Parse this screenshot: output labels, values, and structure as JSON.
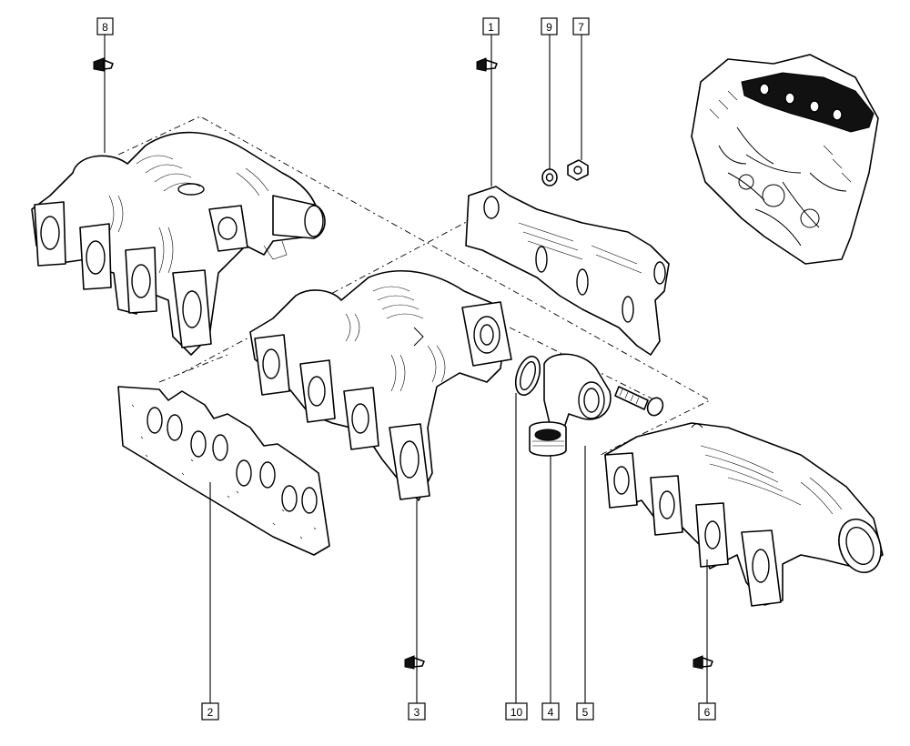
{
  "callouts": {
    "c1": "1",
    "c2": "2",
    "c3": "3",
    "c4": "4",
    "c5": "5",
    "c6": "6",
    "c7": "7",
    "c8": "8",
    "c9": "9",
    "c10": "10"
  },
  "parts": [
    "intake-manifold-assembly",
    "manifold-gasket",
    "intake-manifold-center",
    "air-inlet-elbow",
    "intake-manifold-right",
    "upper-manifold",
    "o-ring-seal",
    "mounting-bolt",
    "nut",
    "washer",
    "clip-fastener",
    "engine-reference-view"
  ]
}
